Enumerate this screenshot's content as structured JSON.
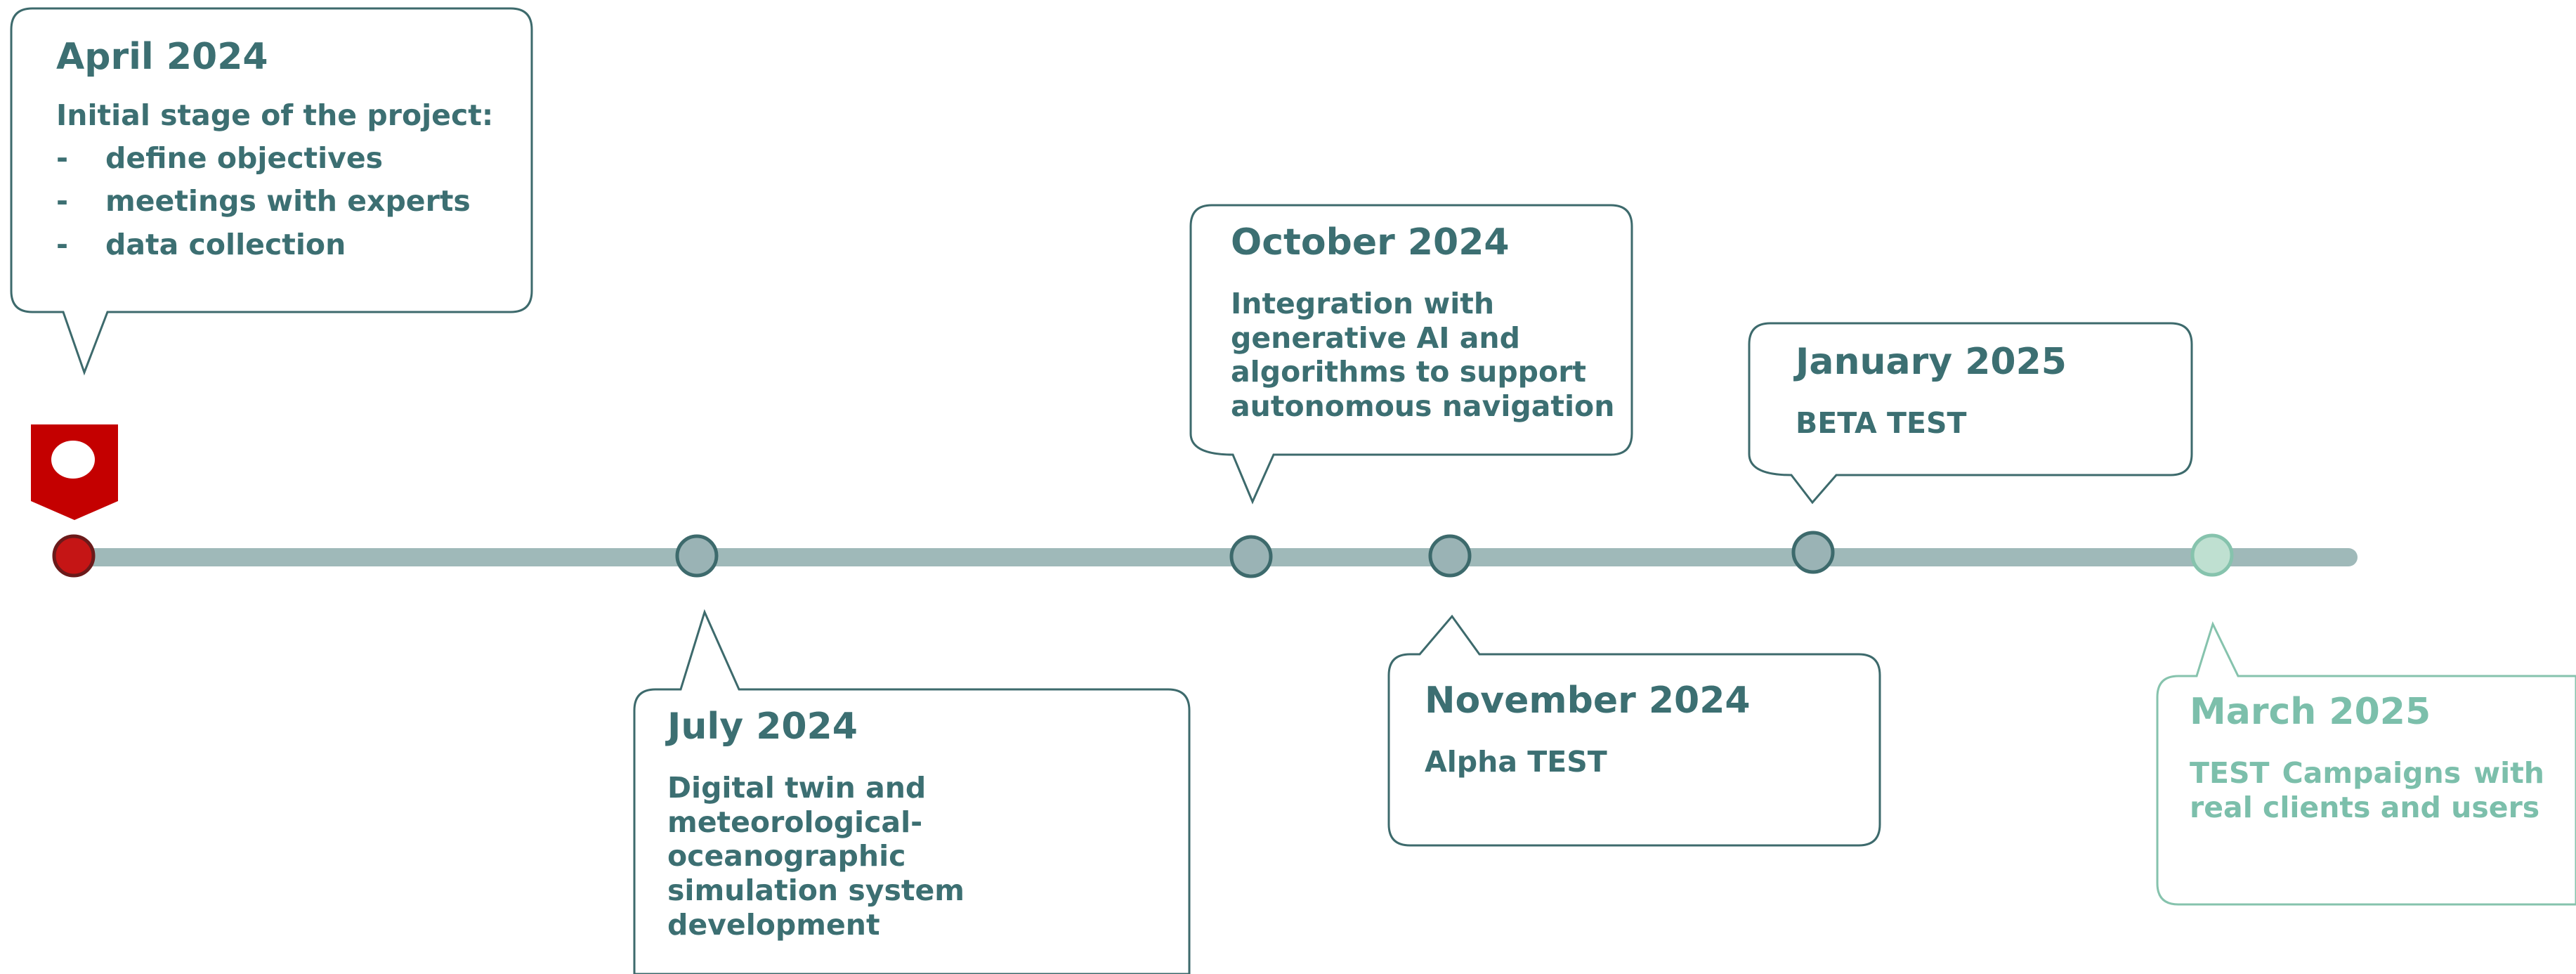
{
  "colors": {
    "text": "#3c6f72",
    "line": "#9fb9b9",
    "dot_fill": "#9ab3b5",
    "dot_stroke": "#3d6a6c",
    "start_dot": "#c51515",
    "start_dot_stroke": "#6b1a1a",
    "flag": "#c40000",
    "last_dot_fill": "#bfe0d1",
    "last_dot_stroke": "#86c3ad",
    "light_text": "#7cbfab"
  },
  "milestones": [
    {
      "title": "April 2024",
      "intro": "Initial stage of the project:",
      "bullets": [
        "define objectives",
        "meetings with experts",
        "data collection"
      ],
      "bullet_marker": "-"
    },
    {
      "title": "July 2024",
      "body": "Digital twin and meteorological-oceanographic simulation system development"
    },
    {
      "title": "October 2024",
      "body": "Integration with generative AI and algorithms to support autonomous navigation"
    },
    {
      "title": "November 2024",
      "body": "Alpha TEST"
    },
    {
      "title": "January 2025",
      "body": "BETA TEST"
    },
    {
      "title": "March 2025",
      "body": "TEST Campaigns with real clients and users"
    }
  ]
}
